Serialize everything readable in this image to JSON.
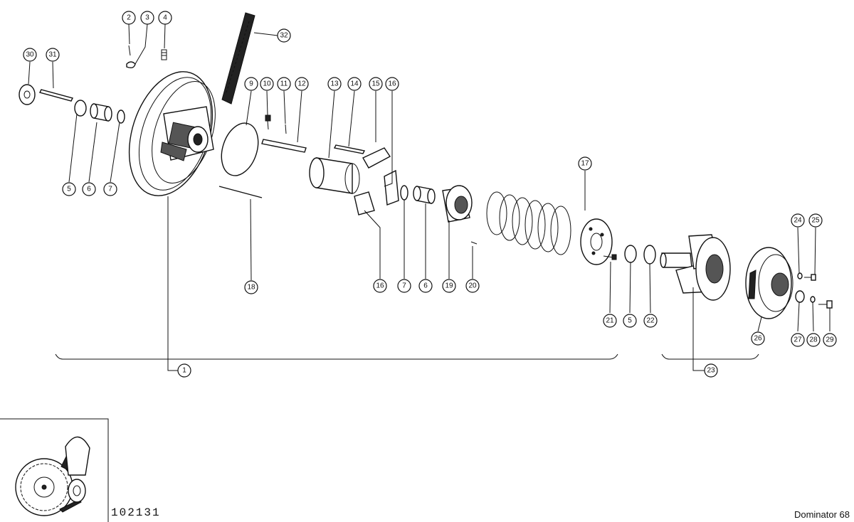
{
  "callouts": [
    "1",
    "2",
    "3",
    "4",
    "5",
    "6",
    "7",
    "9",
    "10",
    "11",
    "12",
    "13",
    "14",
    "15",
    "16",
    "17",
    "18",
    "19",
    "20",
    "21",
    "22",
    "23",
    "24",
    "25",
    "26",
    "27",
    "28",
    "29",
    "30",
    "31",
    "32"
  ],
  "drawing_number": "102131",
  "model_label": "Dominator 68",
  "line_color": "#111111"
}
